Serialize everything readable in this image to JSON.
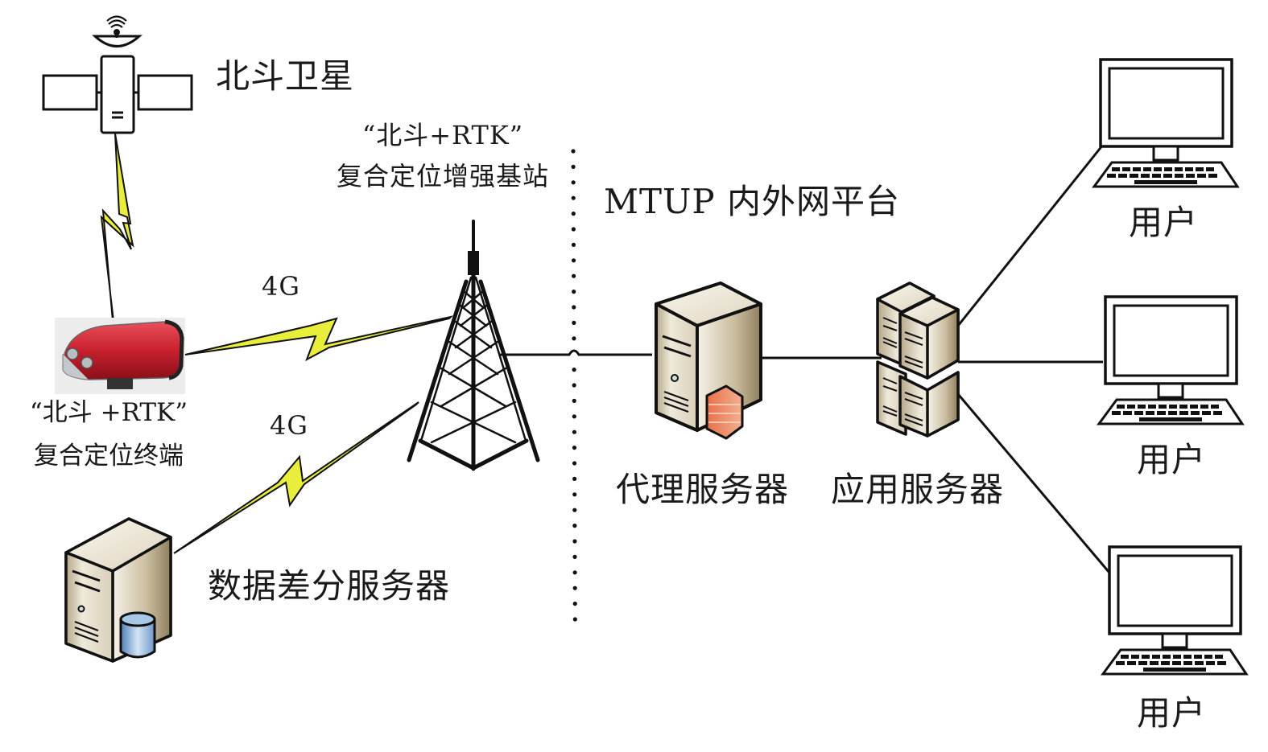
{
  "diagram": {
    "title": "北斗+RTK 定位系统网络架构",
    "nodes": {
      "satellite": {
        "label": "北斗卫星"
      },
      "terminal": {
        "label_line1": "“北斗 +RTK”",
        "label_line2": "复合定位终端"
      },
      "base_station": {
        "label_line1": "“北斗+RTK”",
        "label_line2": "复合定位增强基站"
      },
      "diff_server": {
        "label": "数据差分服务器"
      },
      "platform": {
        "label": "MTUP 内外网平台"
      },
      "proxy_server": {
        "label": "代理服务器"
      },
      "app_server": {
        "label": "应用服务器"
      },
      "users": [
        {
          "label": "用户"
        },
        {
          "label": "用户"
        },
        {
          "label": "用户"
        }
      ]
    },
    "links": [
      {
        "from": "satellite",
        "to": "terminal",
        "type": "wireless",
        "label": ""
      },
      {
        "from": "terminal",
        "to": "base_station",
        "type": "wireless",
        "label": "4G"
      },
      {
        "from": "diff_server",
        "to": "base_station",
        "type": "wireless",
        "label": "4G"
      },
      {
        "from": "base_station",
        "to": "proxy_server",
        "type": "wired",
        "label": ""
      },
      {
        "from": "proxy_server",
        "to": "app_server",
        "type": "wired",
        "label": ""
      },
      {
        "from": "app_server",
        "to": "user-1",
        "type": "wired",
        "label": ""
      },
      {
        "from": "app_server",
        "to": "user-2",
        "type": "wired",
        "label": ""
      },
      {
        "from": "app_server",
        "to": "user-3",
        "type": "wired",
        "label": ""
      }
    ],
    "colors": {
      "bolt_fill": "#e8ee3a",
      "line": "#111111",
      "server_light": "#f3efe4",
      "server_dark": "#9c8c6c",
      "firewall": "#e8704a",
      "terminal_red": "#c8202e",
      "db_blue": "#7aa6d6"
    }
  }
}
